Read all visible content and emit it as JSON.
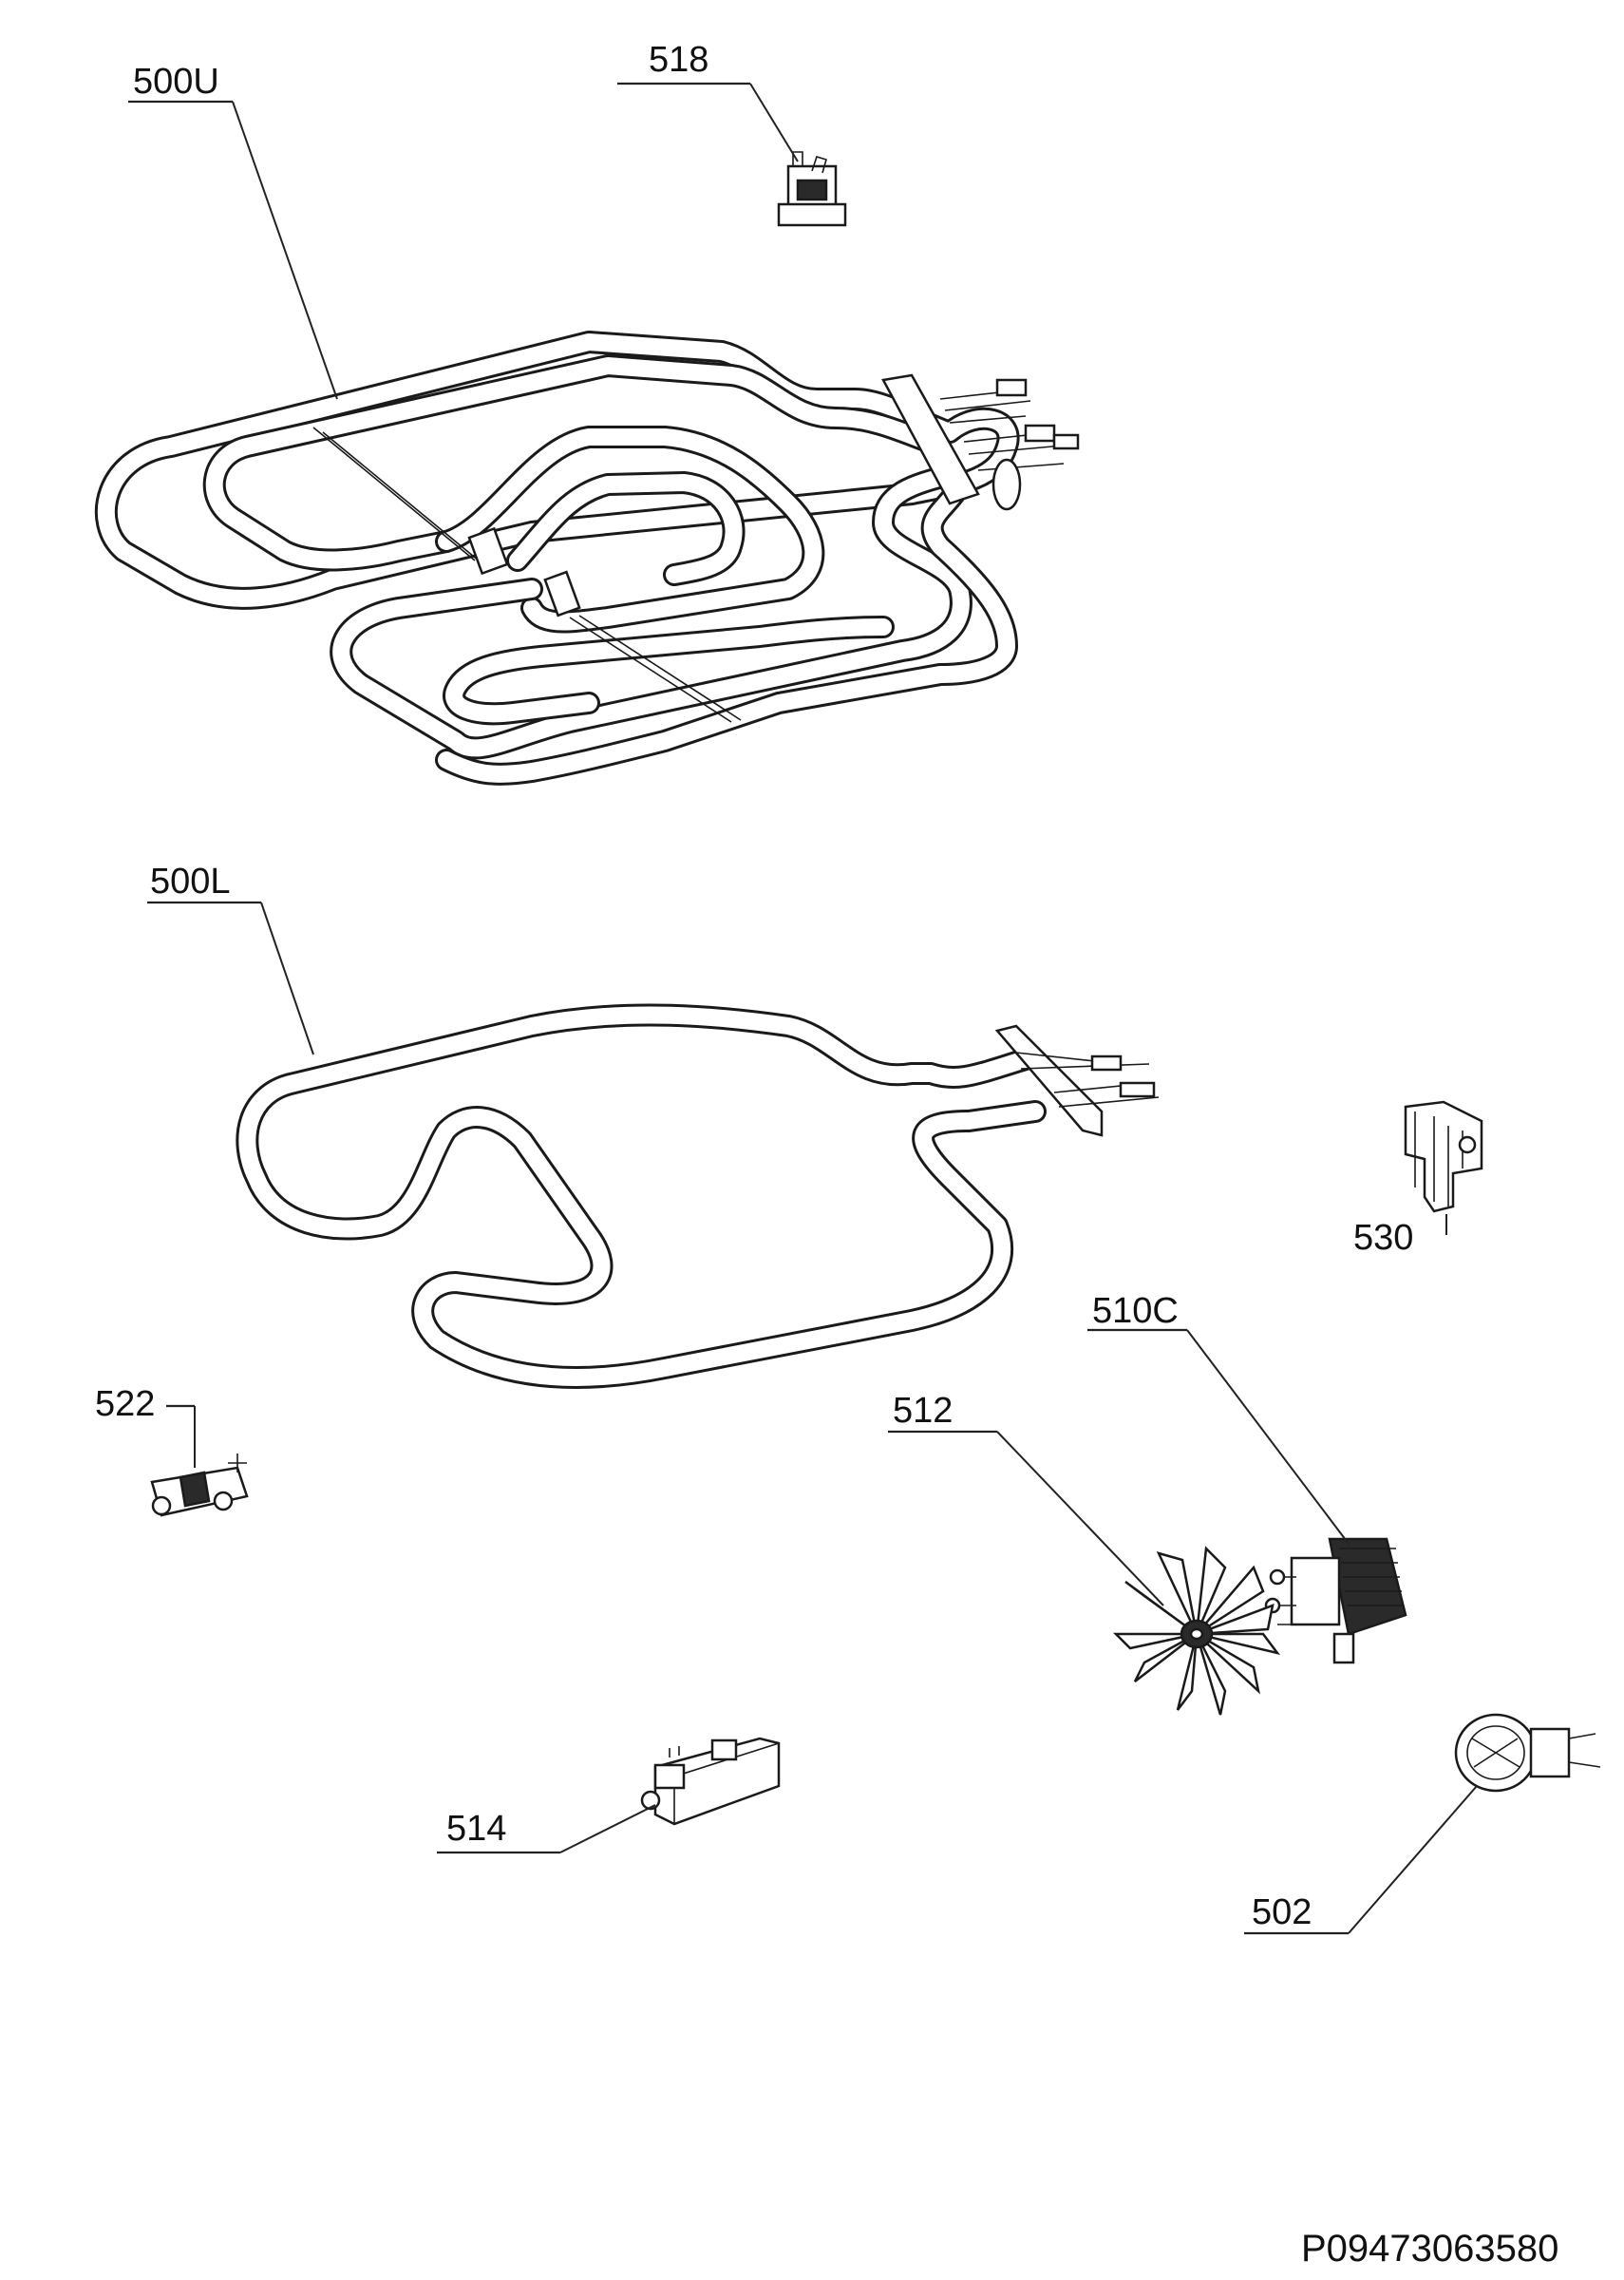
{
  "diagram_code": "P09473063580",
  "labels": {
    "l500U": "500U",
    "l518": "518",
    "l500L": "500L",
    "l530": "530",
    "l510C": "510C",
    "l522": "522",
    "l512": "512",
    "l514": "514",
    "l502": "502"
  },
  "icons": [
    "heating-element-upper-icon",
    "heating-element-lower-icon",
    "thermostat-icon",
    "fan-blade-icon",
    "fan-motor-icon",
    "lamp-icon",
    "clip-icon",
    "terminal-block-icon"
  ],
  "colors": {
    "line": "#1a1a1a",
    "background": "#ffffff"
  }
}
